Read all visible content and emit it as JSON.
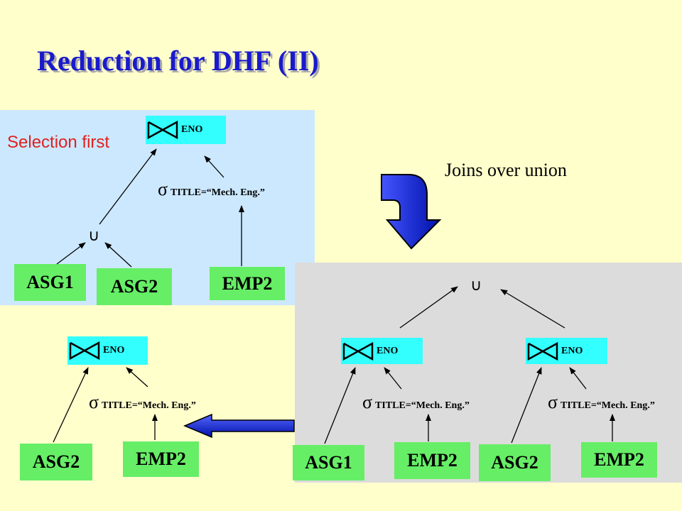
{
  "title": "Reduction for DHF (II)",
  "labels": {
    "selection_first": "Selection first",
    "joins_over_union": "Joins over union"
  },
  "operators": {
    "join_attr": "ENO",
    "sigma": "σ",
    "select_cond": "TITLE=“Mech. Eng.”",
    "union": "∪"
  },
  "relations": {
    "asg1": "ASG1",
    "asg2": "ASG2",
    "emp2": "EMP2"
  },
  "colors": {
    "title": "#1a1acc",
    "relation_box": "#66ee66",
    "join_box": "#33ffff",
    "panel_blue": "#cce8ff",
    "panel_gray": "#dcdcdc",
    "selection_first_text": "#e02020",
    "arrow_blue": "#2233cc"
  }
}
